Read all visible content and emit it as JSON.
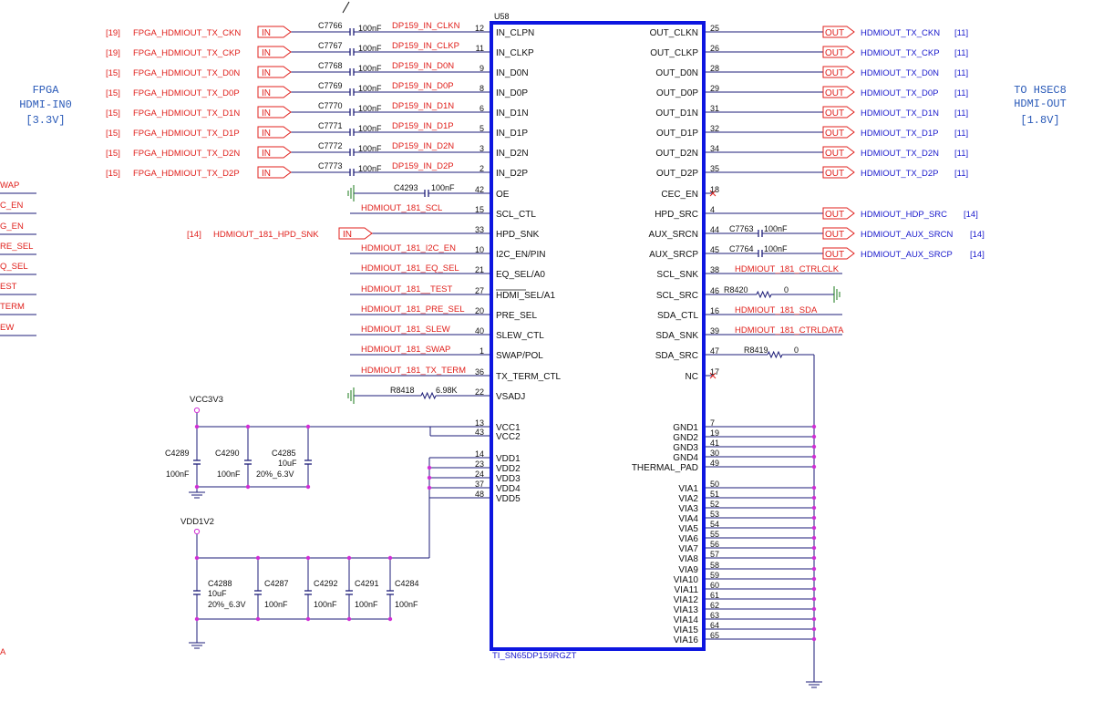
{
  "colors": {
    "net_red": "#e0201c",
    "wire_dark": "#1e1e78",
    "chip_blue": "#0d16e0",
    "pin_blue": "#1a1acc",
    "junction_magenta": "#d12fd6",
    "text_black": "#111111",
    "annotation_blue": "#2a5ab8",
    "green_ground": "#1a7a1a"
  },
  "chip": {
    "refdes": "U58",
    "part": "TI_SN65DP159RGZT",
    "left_pins": [
      {
        "num": "12",
        "name": "IN_CLPN"
      },
      {
        "num": "11",
        "name": "IN_CLKP"
      },
      {
        "num": "9",
        "name": "IN_D0N"
      },
      {
        "num": "8",
        "name": "IN_D0P"
      },
      {
        "num": "6",
        "name": "IN_D1N"
      },
      {
        "num": "5",
        "name": "IN_D1P"
      },
      {
        "num": "3",
        "name": "IN_D2N"
      },
      {
        "num": "2",
        "name": "IN_D2P"
      },
      {
        "num": "42",
        "name": "OE"
      },
      {
        "num": "15",
        "name": "SCL_CTL"
      },
      {
        "num": "33",
        "name": "HPD_SNK"
      },
      {
        "num": "10",
        "name": "I2C_EN/PIN"
      },
      {
        "num": "21",
        "name": "EQ_SEL/A0"
      },
      {
        "num": "27",
        "name": "HDMI_SEL/A1"
      },
      {
        "num": "20",
        "name": "PRE_SEL"
      },
      {
        "num": "40",
        "name": "SLEW_CTL"
      },
      {
        "num": "1",
        "name": "SWAP/POL"
      },
      {
        "num": "36",
        "name": "TX_TERM_CTL"
      },
      {
        "num": "22",
        "name": "VSADJ"
      }
    ],
    "power_pins": [
      {
        "num": "13",
        "name": "VCC1"
      },
      {
        "num": "43",
        "name": "VCC2"
      },
      {
        "num": "14",
        "name": "VDD1"
      },
      {
        "num": "23",
        "name": "VDD2"
      },
      {
        "num": "24",
        "name": "VDD3"
      },
      {
        "num": "37",
        "name": "VDD4"
      },
      {
        "num": "48",
        "name": "VDD5"
      }
    ],
    "right_pins": [
      {
        "num": "25",
        "name": "OUT_CLKN"
      },
      {
        "num": "26",
        "name": "OUT_CLKP"
      },
      {
        "num": "28",
        "name": "OUT_D0N"
      },
      {
        "num": "29",
        "name": "OUT_D0P"
      },
      {
        "num": "31",
        "name": "OUT_D1N"
      },
      {
        "num": "32",
        "name": "OUT_D1P"
      },
      {
        "num": "34",
        "name": "OUT_D2N"
      },
      {
        "num": "35",
        "name": "OUT_D2P"
      },
      {
        "num": "18",
        "name": "CEC_EN"
      },
      {
        "num": "4",
        "name": "HPD_SRC"
      },
      {
        "num": "44",
        "name": "AUX_SRCN"
      },
      {
        "num": "45",
        "name": "AUX_SRCP"
      },
      {
        "num": "38",
        "name": "SCL_SNK"
      },
      {
        "num": "46",
        "name": "SCL_SRC"
      },
      {
        "num": "16",
        "name": "SDA_CTL"
      },
      {
        "num": "39",
        "name": "SDA_SNK"
      },
      {
        "num": "47",
        "name": "SDA_SRC"
      },
      {
        "num": "17",
        "name": "NC"
      }
    ],
    "gnd_pins": [
      {
        "num": "7",
        "name": "GND1"
      },
      {
        "num": "19",
        "name": "GND2"
      },
      {
        "num": "41",
        "name": "GND3"
      },
      {
        "num": "30",
        "name": "GND4"
      },
      {
        "num": "49",
        "name": "THERMAL_PAD"
      },
      {
        "num": "50",
        "name": "VIA1"
      },
      {
        "num": "51",
        "name": "VIA2"
      },
      {
        "num": "52",
        "name": "VIA3"
      },
      {
        "num": "53",
        "name": "VIA4"
      },
      {
        "num": "54",
        "name": "VIA5"
      },
      {
        "num": "55",
        "name": "VIA6"
      },
      {
        "num": "56",
        "name": "VIA7"
      },
      {
        "num": "57",
        "name": "VIA8"
      },
      {
        "num": "58",
        "name": "VIA9"
      },
      {
        "num": "59",
        "name": "VIA10"
      },
      {
        "num": "60",
        "name": "VIA11"
      },
      {
        "num": "61",
        "name": "VIA12"
      },
      {
        "num": "62",
        "name": "VIA13"
      },
      {
        "num": "63",
        "name": "VIA14"
      },
      {
        "num": "64",
        "name": "VIA15"
      },
      {
        "num": "65",
        "name": "VIA16"
      }
    ]
  },
  "inputs": [
    {
      "ref": "[19]",
      "net": "FPGA_HDMIOUT_TX_CKN",
      "port": "IN",
      "cap": "C7766",
      "val": "100nF",
      "dp": "DP159_IN_CLKN"
    },
    {
      "ref": "[19]",
      "net": "FPGA_HDMIOUT_TX_CKP",
      "port": "IN",
      "cap": "C7767",
      "val": "100nF",
      "dp": "DP159_IN_CLKP"
    },
    {
      "ref": "[15]",
      "net": "FPGA_HDMIOUT_TX_D0N",
      "port": "IN",
      "cap": "C7768",
      "val": "100nF",
      "dp": "DP159_IN_D0N"
    },
    {
      "ref": "[15]",
      "net": "FPGA_HDMIOUT_TX_D0P",
      "port": "IN",
      "cap": "C7769",
      "val": "100nF",
      "dp": "DP159_IN_D0P"
    },
    {
      "ref": "[15]",
      "net": "FPGA_HDMIOUT_TX_D1N",
      "port": "IN",
      "cap": "C7770",
      "val": "100nF",
      "dp": "DP159_IN_D1N"
    },
    {
      "ref": "[15]",
      "net": "FPGA_HDMIOUT_TX_D1P",
      "port": "IN",
      "cap": "C7771",
      "val": "100nF",
      "dp": "DP159_IN_D1P"
    },
    {
      "ref": "[15]",
      "net": "FPGA_HDMIOUT_TX_D2N",
      "port": "IN",
      "cap": "C7772",
      "val": "100nF",
      "dp": "DP159_IN_D2N"
    },
    {
      "ref": "[15]",
      "net": "FPGA_HDMIOUT_TX_D2P",
      "port": "IN",
      "cap": "C7773",
      "val": "100nF",
      "dp": "DP159_IN_D2P"
    }
  ],
  "oe_cap": {
    "ref": "C4293",
    "val": "100nF"
  },
  "hpd_in": {
    "ref": "[14]",
    "net": "HDMIOUT_181_HPD_SNK",
    "port": "IN"
  },
  "left_nets": [
    "HDMIOUT_181_SCL",
    "HDMIOUT_181_I2C_EN",
    "HDMIOUT_181_EQ_SEL",
    "HDMIOUT_181__TEST",
    "HDMIOUT_181_PRE_SEL",
    "HDMIOUT_181_SLEW",
    "HDMIOUT_181_SWAP",
    "HDMIOUT_181_TX_TERM"
  ],
  "vsadj": {
    "ref": "R8418",
    "val": "6.98K"
  },
  "outputs": [
    {
      "port": "OUT",
      "net": "HDMIOUT_TX_CKN",
      "ref": "[11]"
    },
    {
      "port": "OUT",
      "net": "HDMIOUT_TX_CKP",
      "ref": "[11]"
    },
    {
      "port": "OUT",
      "net": "HDMIOUT_TX_D0N",
      "ref": "[11]"
    },
    {
      "port": "OUT",
      "net": "HDMIOUT_TX_D0P",
      "ref": "[11]"
    },
    {
      "port": "OUT",
      "net": "HDMIOUT_TX_D1N",
      "ref": "[11]"
    },
    {
      "port": "OUT",
      "net": "HDMIOUT_TX_D1P",
      "ref": "[11]"
    },
    {
      "port": "OUT",
      "net": "HDMIOUT_TX_D2N",
      "ref": "[11]"
    },
    {
      "port": "OUT",
      "net": "HDMIOUT_TX_D2P",
      "ref": "[11]"
    }
  ],
  "hpd_out": {
    "port": "OUT",
    "net": "HDMIOUT_HDP_SRC",
    "ref": "[14]"
  },
  "aux_out": [
    {
      "cap": "C7763",
      "val": "100nF",
      "port": "OUT",
      "net": "HDMIOUT_AUX_SRCN",
      "ref": "[14]"
    },
    {
      "cap": "C7764",
      "val": "100nF",
      "port": "OUT",
      "net": "HDMIOUT_AUX_SRCP",
      "ref": "[14]"
    }
  ],
  "right_nets": {
    "scl_snk": "HDMIOUT_181_CTRLCLK",
    "sda_ctl": "HDMIOUT_181_SDA",
    "sda_snk": "HDMIOUT_181_CTRLDATA"
  },
  "r8420": {
    "ref": "R8420",
    "val": "0"
  },
  "r8419": {
    "ref": "R8419",
    "val": "0"
  },
  "vcc3v3": {
    "label": "VCC3V3",
    "caps": [
      {
        "ref": "C4289",
        "val": "100nF",
        "tol": ""
      },
      {
        "ref": "C4290",
        "val": "100nF",
        "tol": ""
      },
      {
        "ref": "C4285",
        "val": "10uF",
        "tol": "20%_6.3V"
      }
    ]
  },
  "vdd1v2": {
    "label": "VDD1V2",
    "caps": [
      {
        "ref": "C4288",
        "val": "10uF",
        "tol": "20%_6.3V"
      },
      {
        "ref": "C4287",
        "val": "100nF",
        "tol": ""
      },
      {
        "ref": "C4292",
        "val": "100nF",
        "tol": ""
      },
      {
        "ref": "C4291",
        "val": "100nF",
        "tol": ""
      },
      {
        "ref": "C4284",
        "val": "100nF",
        "tol": ""
      }
    ]
  },
  "annotations": {
    "left": [
      "FPGA",
      "HDMI-IN0",
      "[3.3V]"
    ],
    "right": [
      "TO HSEC8",
      "HDMI-OUT",
      "[1.8V]"
    ]
  },
  "cut_labels": [
    "WAP",
    "C_EN",
    "G_EN",
    "RE_SEL",
    "Q_SEL",
    "EST",
    "TERM",
    "EW",
    "A"
  ]
}
